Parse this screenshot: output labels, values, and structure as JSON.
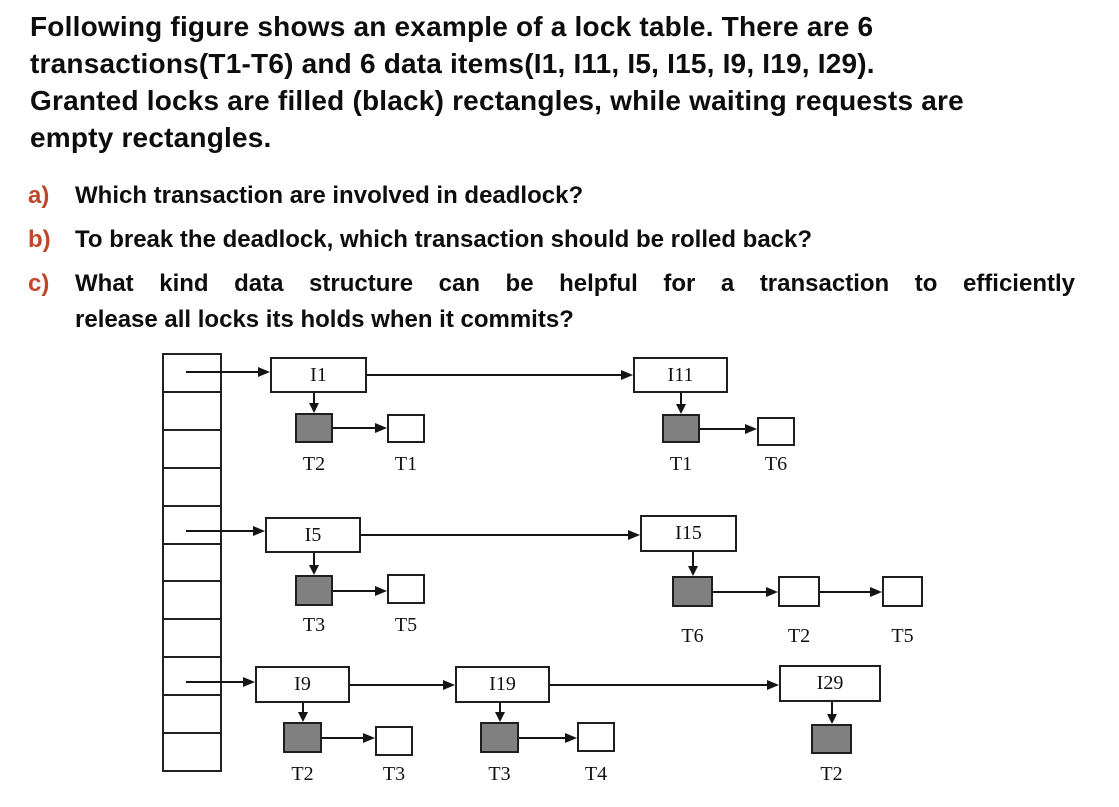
{
  "title_lines": [
    "Following figure shows an example of a lock table. There are 6",
    "transactions(T1-T6) and 6 data items(I1, I11, I5, I15, I9, I19, I29).",
    "Granted locks are filled (black) rectangles, while waiting requests are",
    "empty rectangles."
  ],
  "questions": [
    {
      "marker": "a)",
      "lines": [
        "Which transaction are involved in deadlock?"
      ]
    },
    {
      "marker": "b)",
      "lines": [
        "To break the deadlock, which transaction should be rolled back?"
      ]
    },
    {
      "marker": "c)",
      "lines": [
        "What kind data structure can be helpful for a transaction to efficiently",
        "release all locks its holds when it commits?"
      ]
    }
  ],
  "colors": {
    "marker": "#c0472a",
    "granted_fill": "#808080",
    "box_border": "#1f1f1f",
    "line": "#141414",
    "text": "#0d0d0d"
  },
  "diagram": {
    "hash_table": {
      "cells": 11
    },
    "buckets": [
      {
        "cell_index": 0,
        "items": [
          {
            "name": "I1",
            "locks": [
              {
                "transaction": "T2",
                "granted": true
              },
              {
                "transaction": "T1",
                "granted": false
              }
            ]
          },
          {
            "name": "I11",
            "locks": [
              {
                "transaction": "T1",
                "granted": true
              },
              {
                "transaction": "T6",
                "granted": false
              }
            ]
          }
        ]
      },
      {
        "cell_index": 4,
        "items": [
          {
            "name": "I5",
            "locks": [
              {
                "transaction": "T3",
                "granted": true
              },
              {
                "transaction": "T5",
                "granted": false
              }
            ]
          },
          {
            "name": "I15",
            "locks": [
              {
                "transaction": "T6",
                "granted": true
              },
              {
                "transaction": "T2",
                "granted": false
              },
              {
                "transaction": "T5",
                "granted": false
              }
            ]
          }
        ]
      },
      {
        "cell_index": 8,
        "items": [
          {
            "name": "I9",
            "locks": [
              {
                "transaction": "T2",
                "granted": true
              },
              {
                "transaction": "T3",
                "granted": false
              }
            ]
          },
          {
            "name": "I19",
            "locks": [
              {
                "transaction": "T3",
                "granted": true
              },
              {
                "transaction": "T4",
                "granted": false
              }
            ]
          },
          {
            "name": "I29",
            "locks": [
              {
                "transaction": "T2",
                "granted": true
              }
            ]
          }
        ]
      }
    ]
  }
}
